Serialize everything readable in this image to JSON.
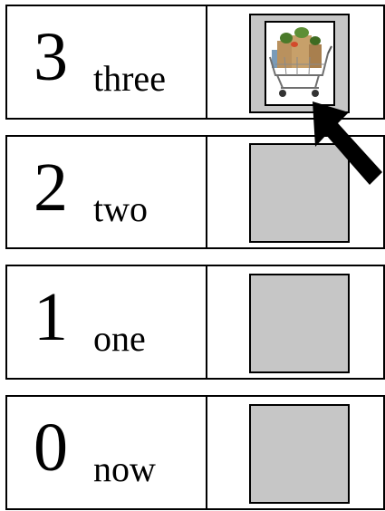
{
  "rows": [
    {
      "number": "3",
      "word": "three",
      "has_image": true
    },
    {
      "number": "2",
      "word": "two",
      "has_image": false
    },
    {
      "number": "1",
      "word": "one",
      "has_image": false
    },
    {
      "number": "0",
      "word": "now",
      "has_image": false
    }
  ],
  "icons": {
    "image": "shopping-cart-with-groceries",
    "pointer": "arrow-pointer-icon"
  },
  "colors": {
    "box_fill": "#c6c6c6",
    "border": "#000000",
    "background": "#ffffff"
  }
}
